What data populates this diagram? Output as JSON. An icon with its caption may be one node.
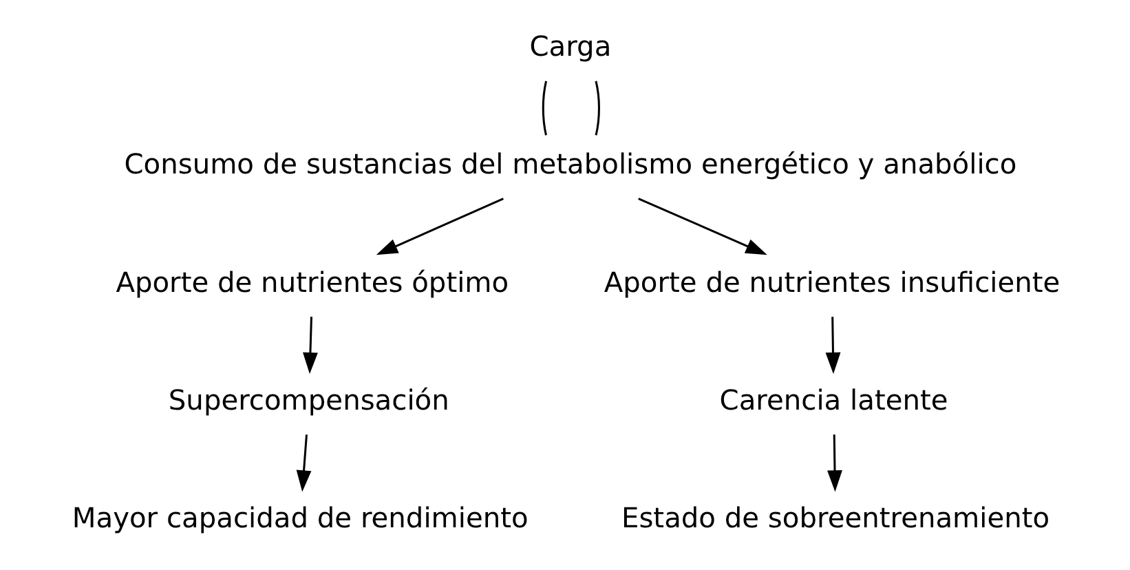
{
  "diagram": {
    "nodes": [
      {
        "text": [
          "Carga"
        ]
      },
      {
        "text": [
          "Consumo de sustancias del metabolismo energético y anabólico"
        ]
      },
      {
        "text": [
          "Aporte de nutrientes óptimo"
        ]
      },
      {
        "text": [
          "Aporte de nutrientes insuficiente"
        ]
      },
      {
        "text": [
          "Supercompensación"
        ]
      },
      {
        "text": [
          "Carencia latente"
        ]
      },
      {
        "text": [
          "Mayor capacidad de rendimiento"
        ]
      },
      {
        "text": [
          "Estado de sobreentrenamiento"
        ]
      }
    ],
    "edges": [
      {
        "from": 0,
        "to": 1,
        "arrow": "none"
      },
      {
        "from": 0,
        "to": 1,
        "arrow": "none"
      },
      {
        "from": 1,
        "to": 2,
        "arrow": "to"
      },
      {
        "from": 1,
        "to": 3,
        "arrow": "to"
      },
      {
        "from": 2,
        "to": 4,
        "arrow": "to"
      },
      {
        "from": 4,
        "to": 6,
        "arrow": "to"
      },
      {
        "from": 3,
        "to": 5,
        "arrow": "to"
      },
      {
        "from": 5,
        "to": 7,
        "arrow": "to"
      }
    ]
  }
}
